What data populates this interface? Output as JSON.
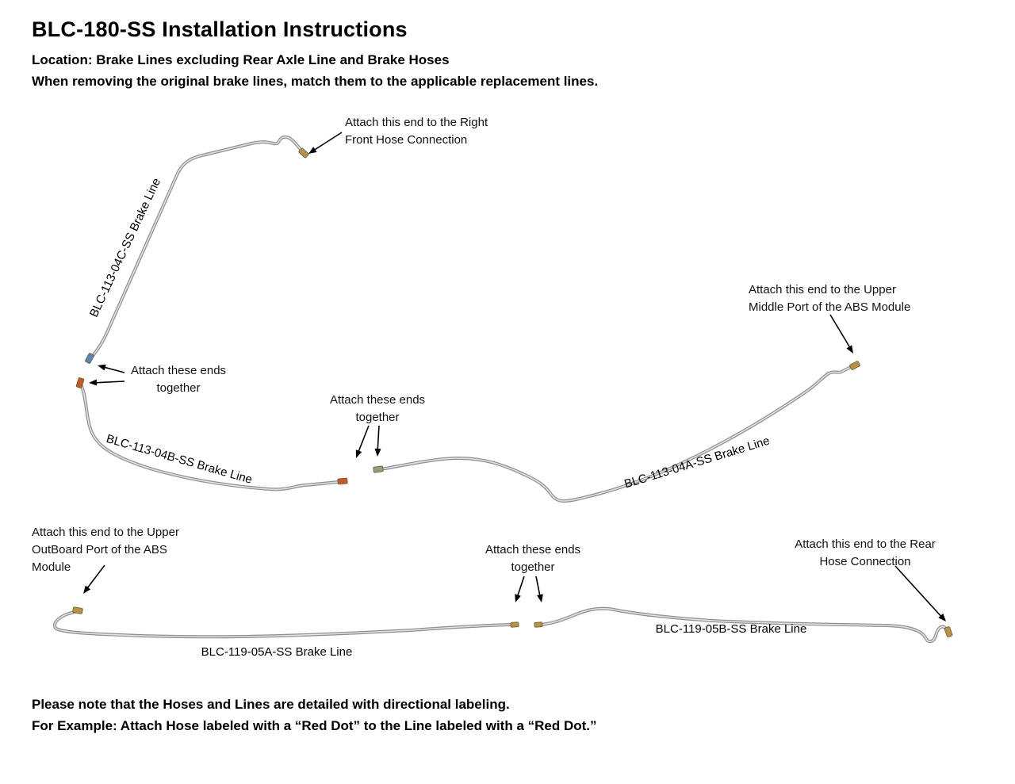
{
  "header": {
    "title": "BLC-180-SS Installation Instructions",
    "location": "Location: Brake Lines excluding Rear Axle Line and Brake Hoses",
    "instruction": "When removing the original brake lines, match them to the applicable replacement lines."
  },
  "annotations": {
    "right_front_hose": "Attach this end to the Right\nFront Hose Connection",
    "abs_upper_middle": "Attach this end to the Upper\nMiddle Port of the ABS Module",
    "ends_together_left": "Attach these ends\ntogether",
    "ends_together_middle": "Attach these ends\ntogether",
    "abs_upper_outboard": "Attach this end to the Upper\nOutBoard Port of the ABS\nModule",
    "ends_together_bottom": "Attach these ends\ntogether",
    "rear_hose": "Attach this end to the Rear\nHose Connection"
  },
  "line_labels": {
    "blc_113_04c": "BLC-113-04C-SS Brake Line",
    "blc_113_04b": "BLC-113-04B-SS Brake Line",
    "blc_113_04a": "BLC-113-04A-SS Brake Line",
    "blc_119_05a": "BLC-119-05A-SS Brake Line",
    "blc_119_05b": "BLC-119-05B-SS Brake Line"
  },
  "footer": {
    "note": "Please note that the Hoses and Lines are detailed with directional labeling.",
    "example": "For Example: Attach Hose labeled with a “Red Dot” to the Line labeled with a “Red Dot.”"
  },
  "colors": {
    "line_stroke": "#8f8f8f",
    "line_highlight": "#e2e2e2",
    "arrow": "#000000",
    "fitting_brass": "#b5914e",
    "fitting_orange": "#c25b2a",
    "fitting_blue": "#5c87b2",
    "fitting_green": "#8fa07e"
  }
}
